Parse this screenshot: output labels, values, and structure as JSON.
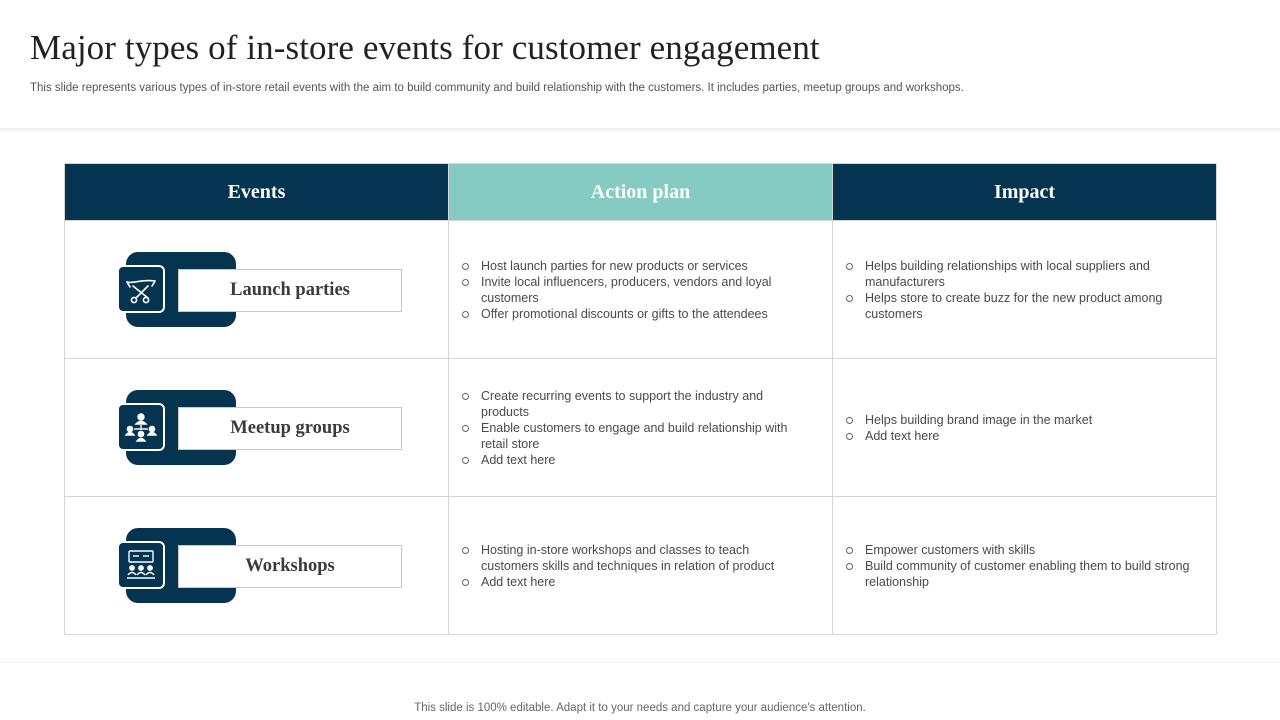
{
  "title": "Major types of in-store events for customer engagement",
  "subtitle": "This slide represents various types of in-store retail events with the aim to build community and build relationship with the customers. It includes parties, meetup groups and workshops.",
  "table": {
    "headers": [
      "Events",
      "Action plan",
      "Impact"
    ],
    "rows": [
      {
        "event": "Launch parties",
        "icon": "ribbon-cutting-icon",
        "actions": [
          "Host launch parties for new products or services",
          "Invite local influencers, producers, vendors and loyal customers",
          "Offer promotional discounts or gifts to the attendees"
        ],
        "impacts": [
          "Helps building relationships with local suppliers and manufacturers",
          "Helps store to create buzz for the new product among customers"
        ]
      },
      {
        "event": "Meetup groups",
        "icon": "people-network-icon",
        "actions": [
          "Create recurring events to support the industry and products",
          "Enable customers to engage and build relationship with retail store",
          "Add text here"
        ],
        "impacts": [
          "Helps building brand image in the market",
          "Add text here"
        ]
      },
      {
        "event": "Workshops",
        "icon": "presentation-audience-icon",
        "actions": [
          "Hosting in-store workshops and classes to teach customers skills and techniques in relation of product",
          "Add text here"
        ],
        "impacts": [
          "Empower customers with skills",
          "Build community of customer enabling them to build strong relationship"
        ]
      }
    ]
  },
  "footer": "This slide is 100% editable. Adapt it to your needs and capture your audience's attention.",
  "colors": {
    "navy": "#04344f",
    "teal": "#86cbc3"
  }
}
